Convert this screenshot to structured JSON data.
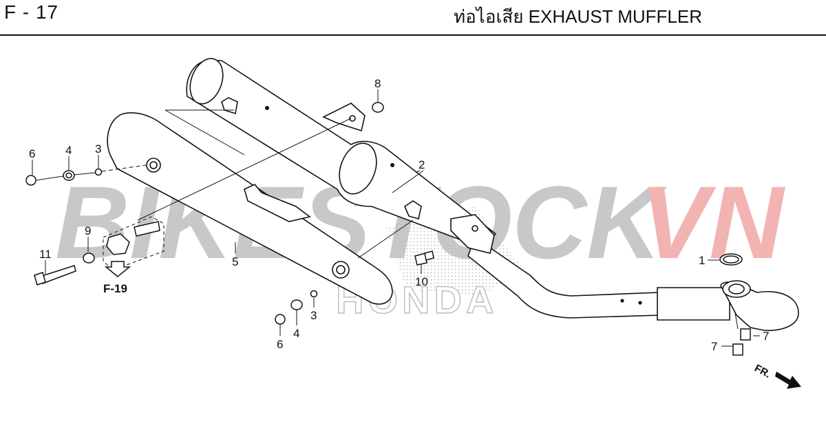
{
  "header": {
    "page_code": "F - 17",
    "title": "ท่อไอเสีย  EXHAUST MUFFLER"
  },
  "watermark": {
    "text_main": "BIKESTOCK",
    "text_accent": "VN",
    "brand": "HONDA",
    "color_main": "#c8c8c8",
    "color_accent": "#f2b3b3"
  },
  "reference": {
    "label": "F-19"
  },
  "direction": {
    "label": "FR."
  },
  "callouts": [
    "6",
    "4",
    "3",
    "8",
    "2",
    "9",
    "11",
    "5",
    "10",
    "1",
    "3",
    "4",
    "6",
    "7",
    "7"
  ]
}
